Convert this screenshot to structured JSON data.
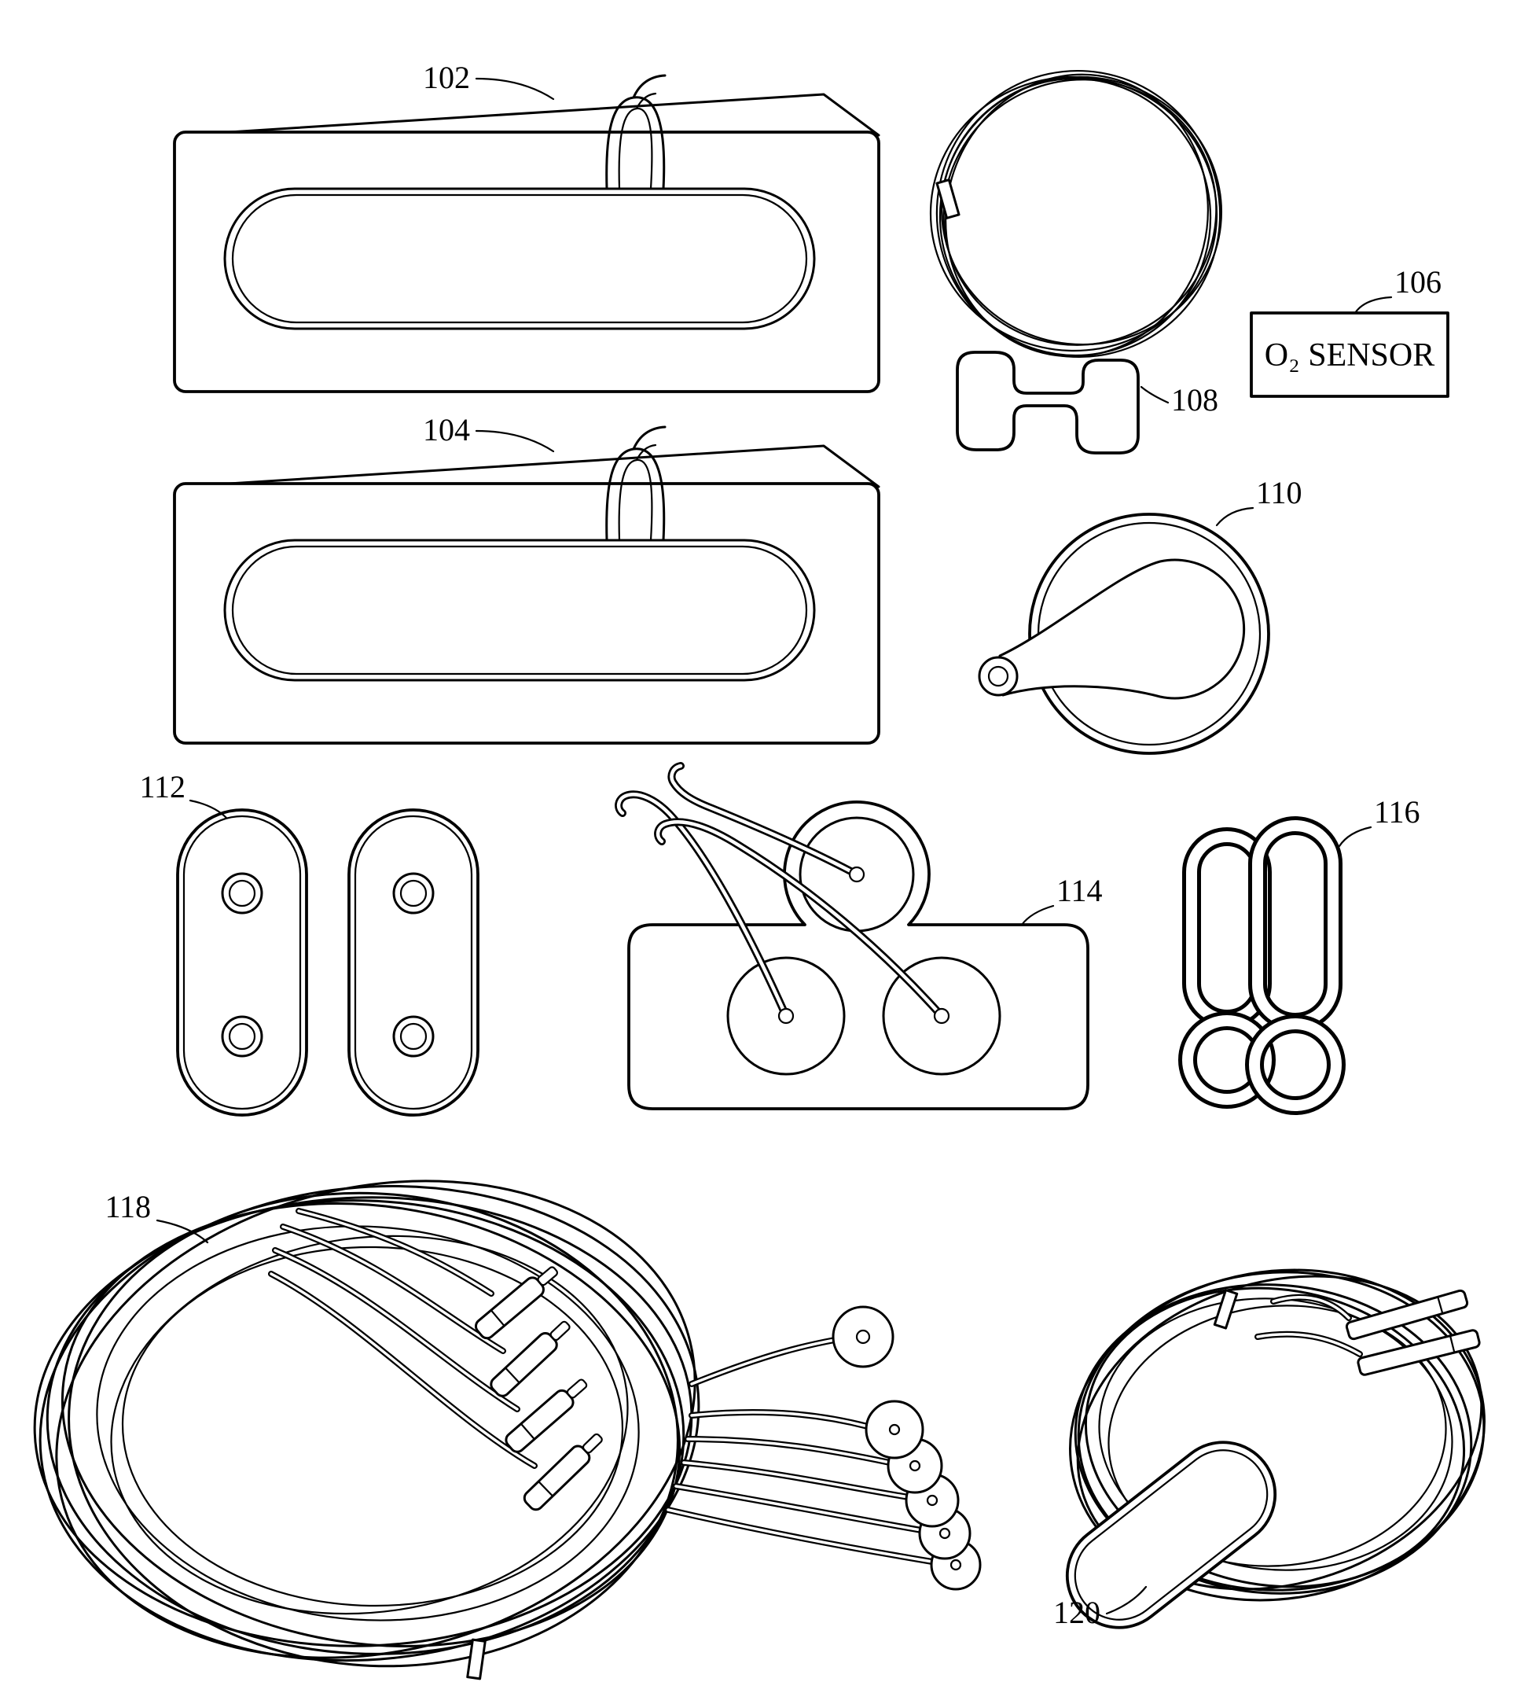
{
  "figure": {
    "background_color": "#ffffff",
    "line_color": "#000000"
  },
  "labels": {
    "l102": "102",
    "l104": "104",
    "l106": "106",
    "l108": "108",
    "l110": "110",
    "l112": "112",
    "l114": "114",
    "l116": "116",
    "l118": "118",
    "l120": "120",
    "sensor_text": "O₂ SENSOR"
  }
}
